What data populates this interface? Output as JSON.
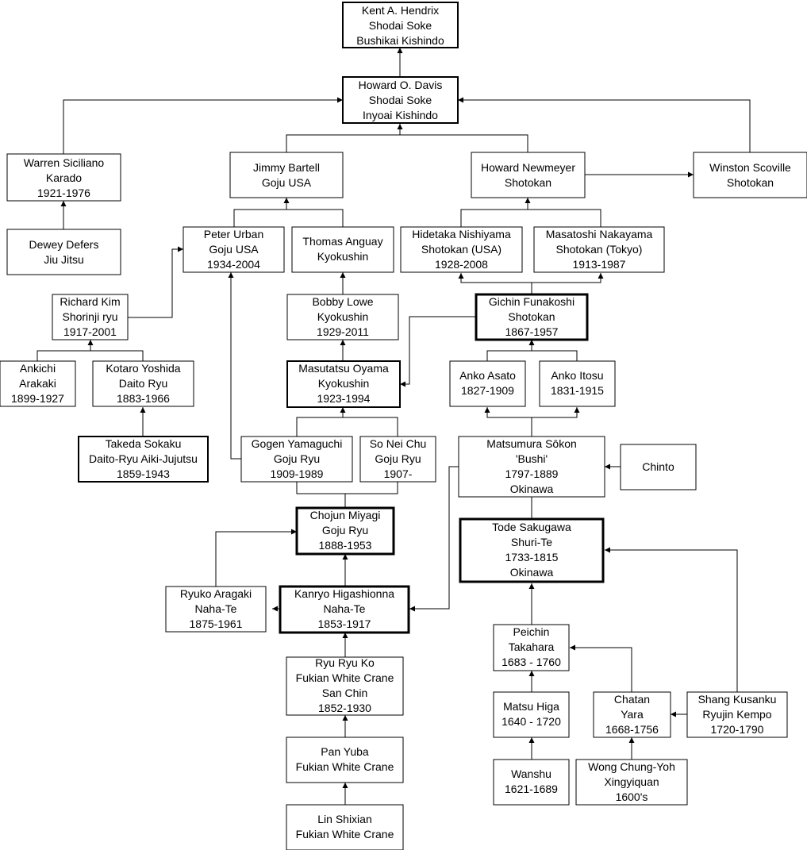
{
  "nodes": [
    {
      "id": "hendrix",
      "lines": [
        "Kent A. Hendrix",
        "Shodai Soke",
        "Bushikai Kishindo"
      ]
    },
    {
      "id": "davis",
      "lines": [
        "Howard O. Davis",
        "Shodai Soke",
        "Inyoai Kishindo"
      ]
    },
    {
      "id": "siciliano",
      "lines": [
        "Warren Siciliano",
        "Karado",
        "1921-1976"
      ]
    },
    {
      "id": "defers",
      "lines": [
        "Dewey Defers",
        "Jiu Jitsu"
      ]
    },
    {
      "id": "bartell",
      "lines": [
        "Jimmy Bartell",
        "Goju USA"
      ]
    },
    {
      "id": "newmeyer",
      "lines": [
        "Howard Newmeyer",
        "Shotokan"
      ]
    },
    {
      "id": "scoville",
      "lines": [
        "Winston Scoville",
        "Shotokan"
      ]
    },
    {
      "id": "urban",
      "lines": [
        "Peter Urban",
        "Goju USA",
        "1934-2004"
      ]
    },
    {
      "id": "anguay",
      "lines": [
        "Thomas Anguay",
        "Kyokushin"
      ]
    },
    {
      "id": "nishiyama",
      "lines": [
        "Hidetaka Nishiyama",
        "Shotokan (USA)",
        "1928-2008"
      ]
    },
    {
      "id": "nakayama",
      "lines": [
        "Masatoshi Nakayama",
        "Shotokan (Tokyo)",
        "1913-1987"
      ]
    },
    {
      "id": "kim",
      "lines": [
        "Richard Kim",
        "Shorinji ryu",
        "1917-2001"
      ]
    },
    {
      "id": "lowe",
      "lines": [
        "Bobby Lowe",
        "Kyokushin",
        "1929-2011"
      ]
    },
    {
      "id": "funakoshi",
      "lines": [
        "Gichin Funakoshi",
        "Shotokan",
        "1867-1957"
      ]
    },
    {
      "id": "arakaki",
      "lines": [
        "Ankichi",
        "Arakaki",
        "1899-1927"
      ]
    },
    {
      "id": "yoshida",
      "lines": [
        "Kotaro Yoshida",
        "Daito Ryu",
        "1883-1966"
      ]
    },
    {
      "id": "oyama",
      "lines": [
        "Masutatsu Oyama",
        "Kyokushin",
        "1923-1994"
      ]
    },
    {
      "id": "asato",
      "lines": [
        "Anko Asato",
        "1827-1909"
      ]
    },
    {
      "id": "itosu",
      "lines": [
        "Anko Itosu",
        "1831-1915"
      ]
    },
    {
      "id": "takeda",
      "lines": [
        "Takeda Sokaku",
        "Daito-Ryu Aiki-Jujutsu",
        "1859-1943"
      ]
    },
    {
      "id": "yamaguchi",
      "lines": [
        "Gogen Yamaguchi",
        "Goju Ryu",
        "1909-1989"
      ]
    },
    {
      "id": "sonei",
      "lines": [
        "So Nei Chu",
        "Goju Ryu",
        "1907-"
      ]
    },
    {
      "id": "matsumura",
      "lines": [
        "Matsumura Sōkon",
        "'Bushi'",
        "1797-1889",
        "Okinawa"
      ]
    },
    {
      "id": "chinto",
      "lines": [
        "Chinto"
      ]
    },
    {
      "id": "miyagi",
      "lines": [
        "Chojun Miyagi",
        "Goju Ryu",
        "1888-1953"
      ]
    },
    {
      "id": "sakugawa",
      "lines": [
        "Tode Sakugawa",
        "Shuri-Te",
        "1733-1815",
        "Okinawa"
      ]
    },
    {
      "id": "aragaki",
      "lines": [
        "Ryuko Aragaki",
        "Naha-Te",
        "1875-1961"
      ]
    },
    {
      "id": "higashionna",
      "lines": [
        "Kanryo Higashionna",
        "Naha-Te",
        "1853-1917"
      ]
    },
    {
      "id": "takahara",
      "lines": [
        "Peichin",
        "Takahara",
        "1683 - 1760"
      ]
    },
    {
      "id": "ryuryuko",
      "lines": [
        "Ryu Ryu Ko",
        "Fukian White Crane",
        "San Chin",
        "1852-1930"
      ]
    },
    {
      "id": "higa",
      "lines": [
        "Matsu Higa",
        "1640 - 1720"
      ]
    },
    {
      "id": "yara",
      "lines": [
        "Chatan",
        "Yara",
        "1668-1756"
      ]
    },
    {
      "id": "kusanku",
      "lines": [
        "Shang Kusanku",
        "Ryujin Kempo",
        "1720-1790"
      ]
    },
    {
      "id": "panyuba",
      "lines": [
        "Pan Yuba",
        "Fukian White Crane"
      ]
    },
    {
      "id": "wanshu",
      "lines": [
        "Wanshu",
        "1621-1689"
      ]
    },
    {
      "id": "wong",
      "lines": [
        "Wong Chung-Yoh",
        "Xingyiquan",
        "1600's"
      ]
    },
    {
      "id": "linshixian",
      "lines": [
        "Lin Shixian",
        "Fukian White Crane"
      ]
    }
  ]
}
